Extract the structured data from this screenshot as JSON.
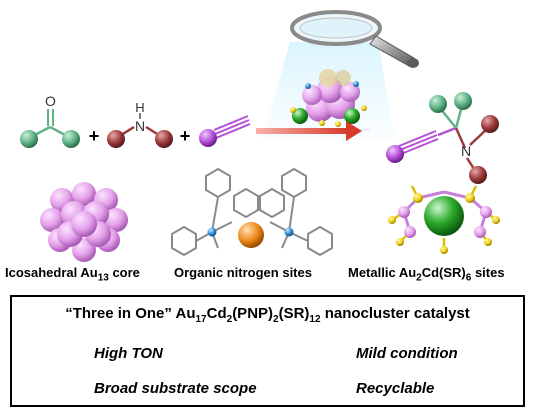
{
  "captions": {
    "core_prefix": "Icosahedral Au",
    "core_sub": "13",
    "core_suffix": " core",
    "nitrogen": "Organic nitrogen sites",
    "metal_prefix": "Metallic Au",
    "metal_sub1": "2",
    "metal_mid1": "Cd(SR)",
    "metal_sub2": "6",
    "metal_suffix": " sites"
  },
  "reaction": {
    "plus1": "+",
    "plus2": "+",
    "ketone_o": "O",
    "amine_h": "H",
    "amine_n": "N",
    "product_n": "N"
  },
  "summary": {
    "quote_open": "“Three in One”",
    "formula_a": " Au",
    "sub_a": "17",
    "formula_b": "Cd",
    "sub_b": "2",
    "formula_c": "(PNP)",
    "sub_c": "2",
    "formula_d": "(SR)",
    "sub_d": "12",
    "formula_e": " nanocluster catalyst",
    "features": [
      "High TON",
      "Mild condition",
      "Broad substrate scope",
      "Recyclable"
    ]
  },
  "colors": {
    "green_sphere": "#5fb386",
    "red_sphere": "#9b3a3a",
    "purple_sphere": "#b44fd6",
    "gold_violet": "#e4a0ea",
    "phosphorus": "#2f8fd6",
    "cadmium": "#f08a1c",
    "au_metal": "#2aa82a",
    "sulfur": "#f2d21b",
    "check_red": "#d41616",
    "arrow_red": "#d93a2a"
  }
}
